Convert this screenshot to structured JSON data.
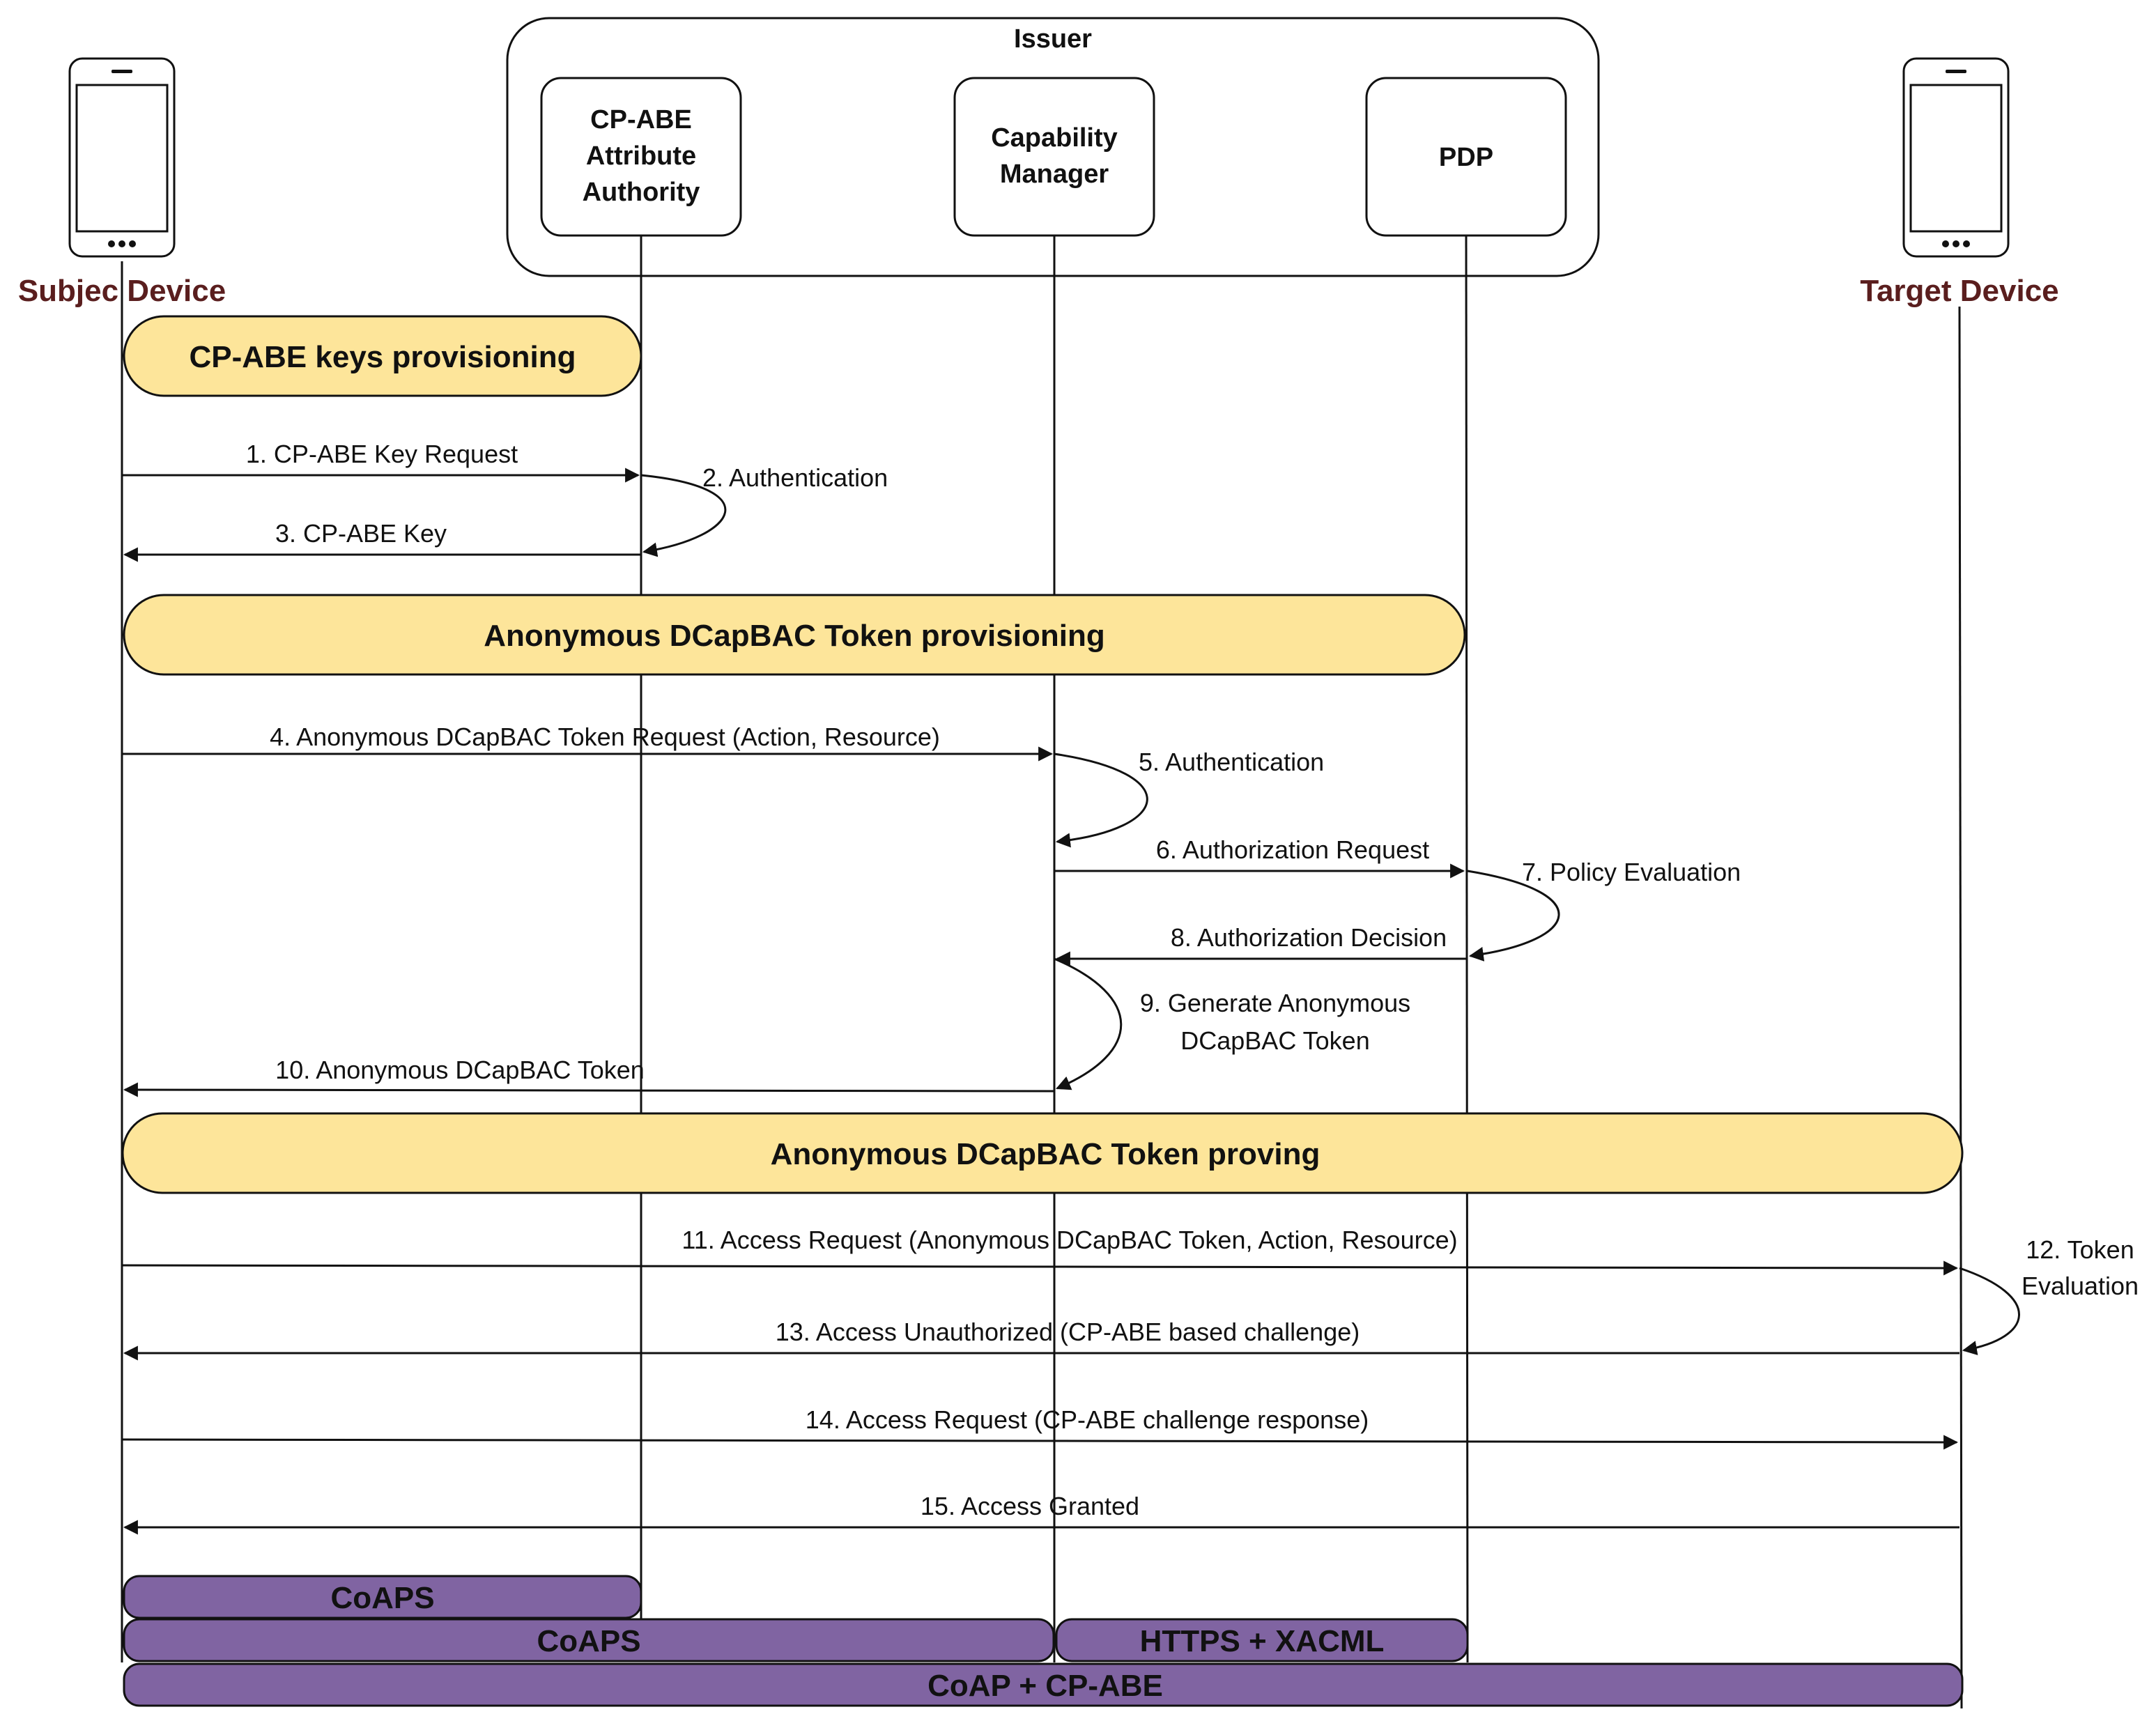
{
  "issuer": {
    "title": "Issuer",
    "components": [
      {
        "lines": [
          "CP-ABE",
          "Attribute",
          "Authority"
        ]
      },
      {
        "lines": [
          "Capability",
          "Manager"
        ]
      },
      {
        "lines": [
          "PDP"
        ]
      }
    ]
  },
  "devices": {
    "subject": "Subjec Device",
    "target": "Target Device"
  },
  "phases": {
    "keys": "CP-ABE keys provisioning",
    "token_provisioning": "Anonymous DCapBAC Token provisioning",
    "token_proving": "Anonymous DCapBAC Token proving"
  },
  "messages": {
    "m1": "1. CP-ABE Key Request",
    "m2": "2. Authentication",
    "m3": "3. CP-ABE Key",
    "m4": "4. Anonymous DCapBAC Token Request (Action, Resource)",
    "m5": "5. Authentication",
    "m6": "6. Authorization Request",
    "m7": "7. Policy Evaluation",
    "m8": "8. Authorization Decision",
    "m9": [
      "9. Generate Anonymous",
      "DCapBAC Token"
    ],
    "m10": "10. Anonymous DCapBAC Token",
    "m11": "11. Access Request (Anonymous DCapBAC Token, Action, Resource)",
    "m12": [
      "12. Token",
      "Evaluation"
    ],
    "m13": "13. Access Unauthorized (CP-ABE based challenge)",
    "m14": "14. Access Request (CP-ABE challenge response)",
    "m15": "15. Access Granted"
  },
  "protocols": {
    "p1": "CoAPS",
    "p2": "CoAPS",
    "p3": "HTTPS + XACML",
    "p4": "CoAP + CP-ABE"
  },
  "colors": {
    "phase_fill": "#fde59a",
    "protocol_fill": "#8064a2",
    "device_label": "#5a1e1e"
  }
}
